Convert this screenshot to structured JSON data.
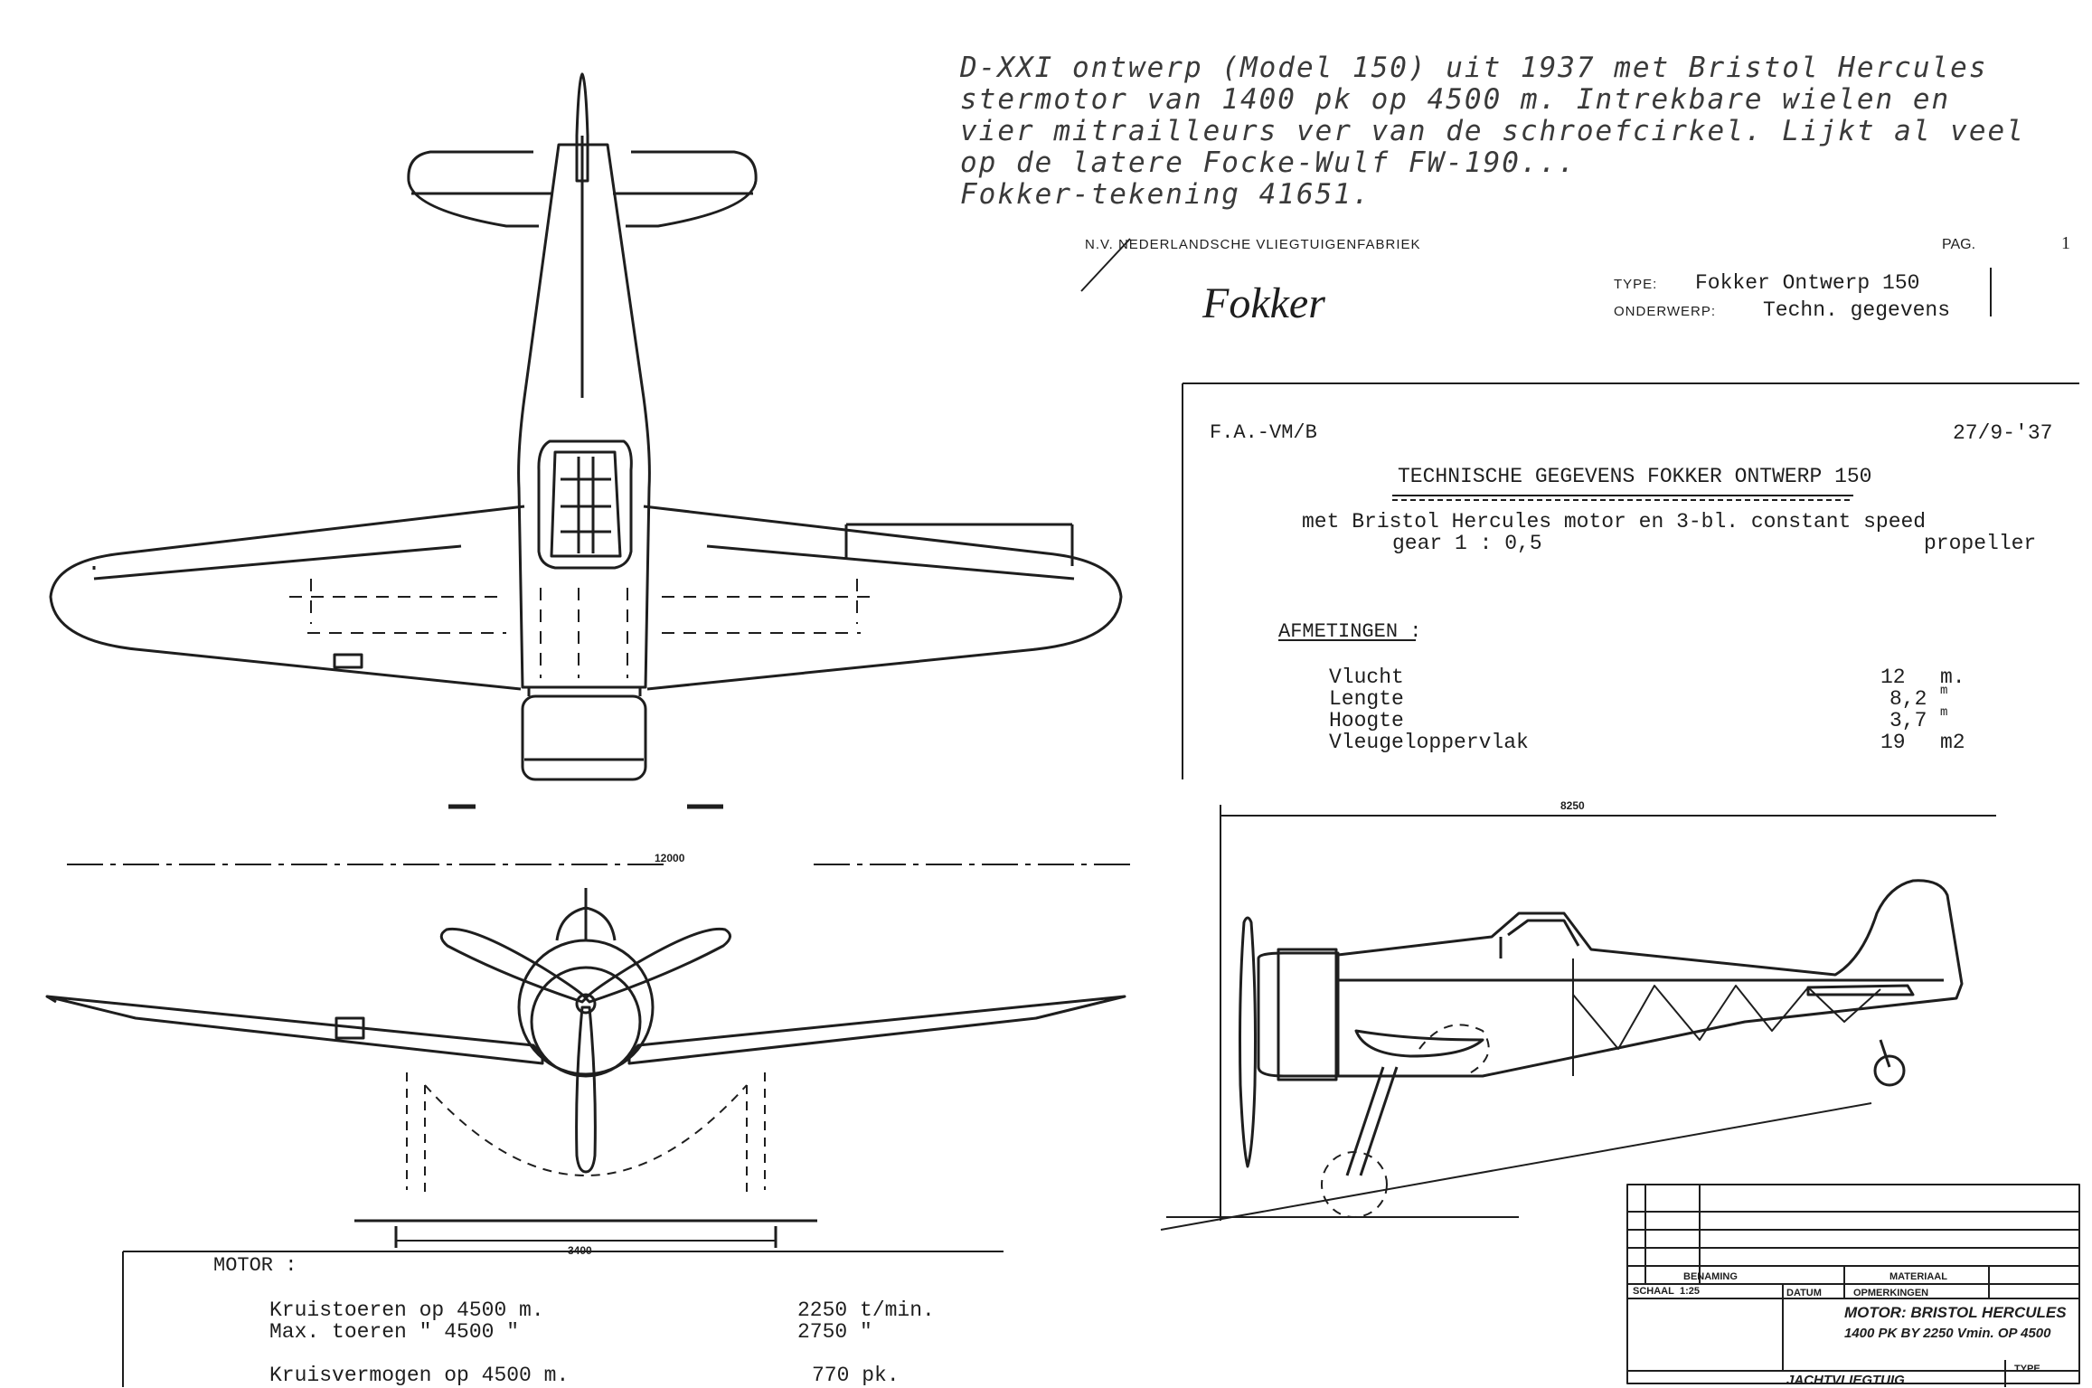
{
  "caption": {
    "lines": [
      "D-XXI ontwerp (Model 150) uit 1937 met Bristol Hercules",
      "stermotor van 1400 pk op 4500 m. Intrekbare wielen en",
      "vier mitrailleurs ver van de schroefcirkel. Lijkt al veel",
      "op de latere Focke-Wulf FW-190...",
      "Fokker-tekening 41651."
    ]
  },
  "letterhead": {
    "company": "N.V. NEDERLANDSCHE VLIEGTUIGENFABRIEK",
    "logo_text": "Fokker",
    "page_label": "PAG.",
    "page_number": "1",
    "type_label": "TYPE:",
    "type_value": "Fokker Ontwerp 150",
    "subject_label": "ONDERWERP:",
    "subject_value": "Techn. gegevens"
  },
  "spec_sheet": {
    "reference": "F.A.-VM/B",
    "date": "27/9-'37",
    "title": "TECHNISCHE GEGEVENS FOKKER ONTWERP 150",
    "line1": "met Bristol Hercules motor en 3-bl. constant speed",
    "gear": "gear 1 : 0,5",
    "propeller": "propeller",
    "section": "AFMETINGEN :",
    "dimensions": [
      {
        "label": "Vlucht",
        "value": "12",
        "unit": "m."
      },
      {
        "label": "Lengte",
        "value": "8,2",
        "unit": "m"
      },
      {
        "label": "Hoogte",
        "value": "3,7",
        "unit": "m"
      },
      {
        "label": "Vleugeloppervlak",
        "value": "19",
        "unit": "m2"
      }
    ]
  },
  "motor": {
    "heading": "MOTOR :",
    "rows": [
      {
        "label": "Kruistoeren op 4500 m.",
        "value": "2250 t/min."
      },
      {
        "label": "Max. toeren \" 4500 \"",
        "value": "2750 \""
      },
      {
        "label": "Kruisvermogen op 4500 m.",
        "value": "770 pk."
      }
    ]
  },
  "dimension_marks": {
    "side_length": "8250",
    "front_span": "12000",
    "front_track": "3400"
  },
  "title_block": {
    "benaming": "BENAMING",
    "materiaal": "MATERIAAL",
    "schaal": "SCHAAL",
    "schaal_value": "1:25",
    "datum": "DATUM",
    "opmerkingen": "OPMERKINGEN",
    "motor_line1": "MOTOR: BRISTOL HERCULES",
    "motor_line2": "1400 PK BY 2250 Vmin. OP 4500",
    "bottom": "JACHTVLIEGTUIG",
    "type": "TYPE"
  },
  "colors": {
    "ink": "#1e1e1e",
    "paper": "#ffffff",
    "caption": "#3a3a3a"
  }
}
